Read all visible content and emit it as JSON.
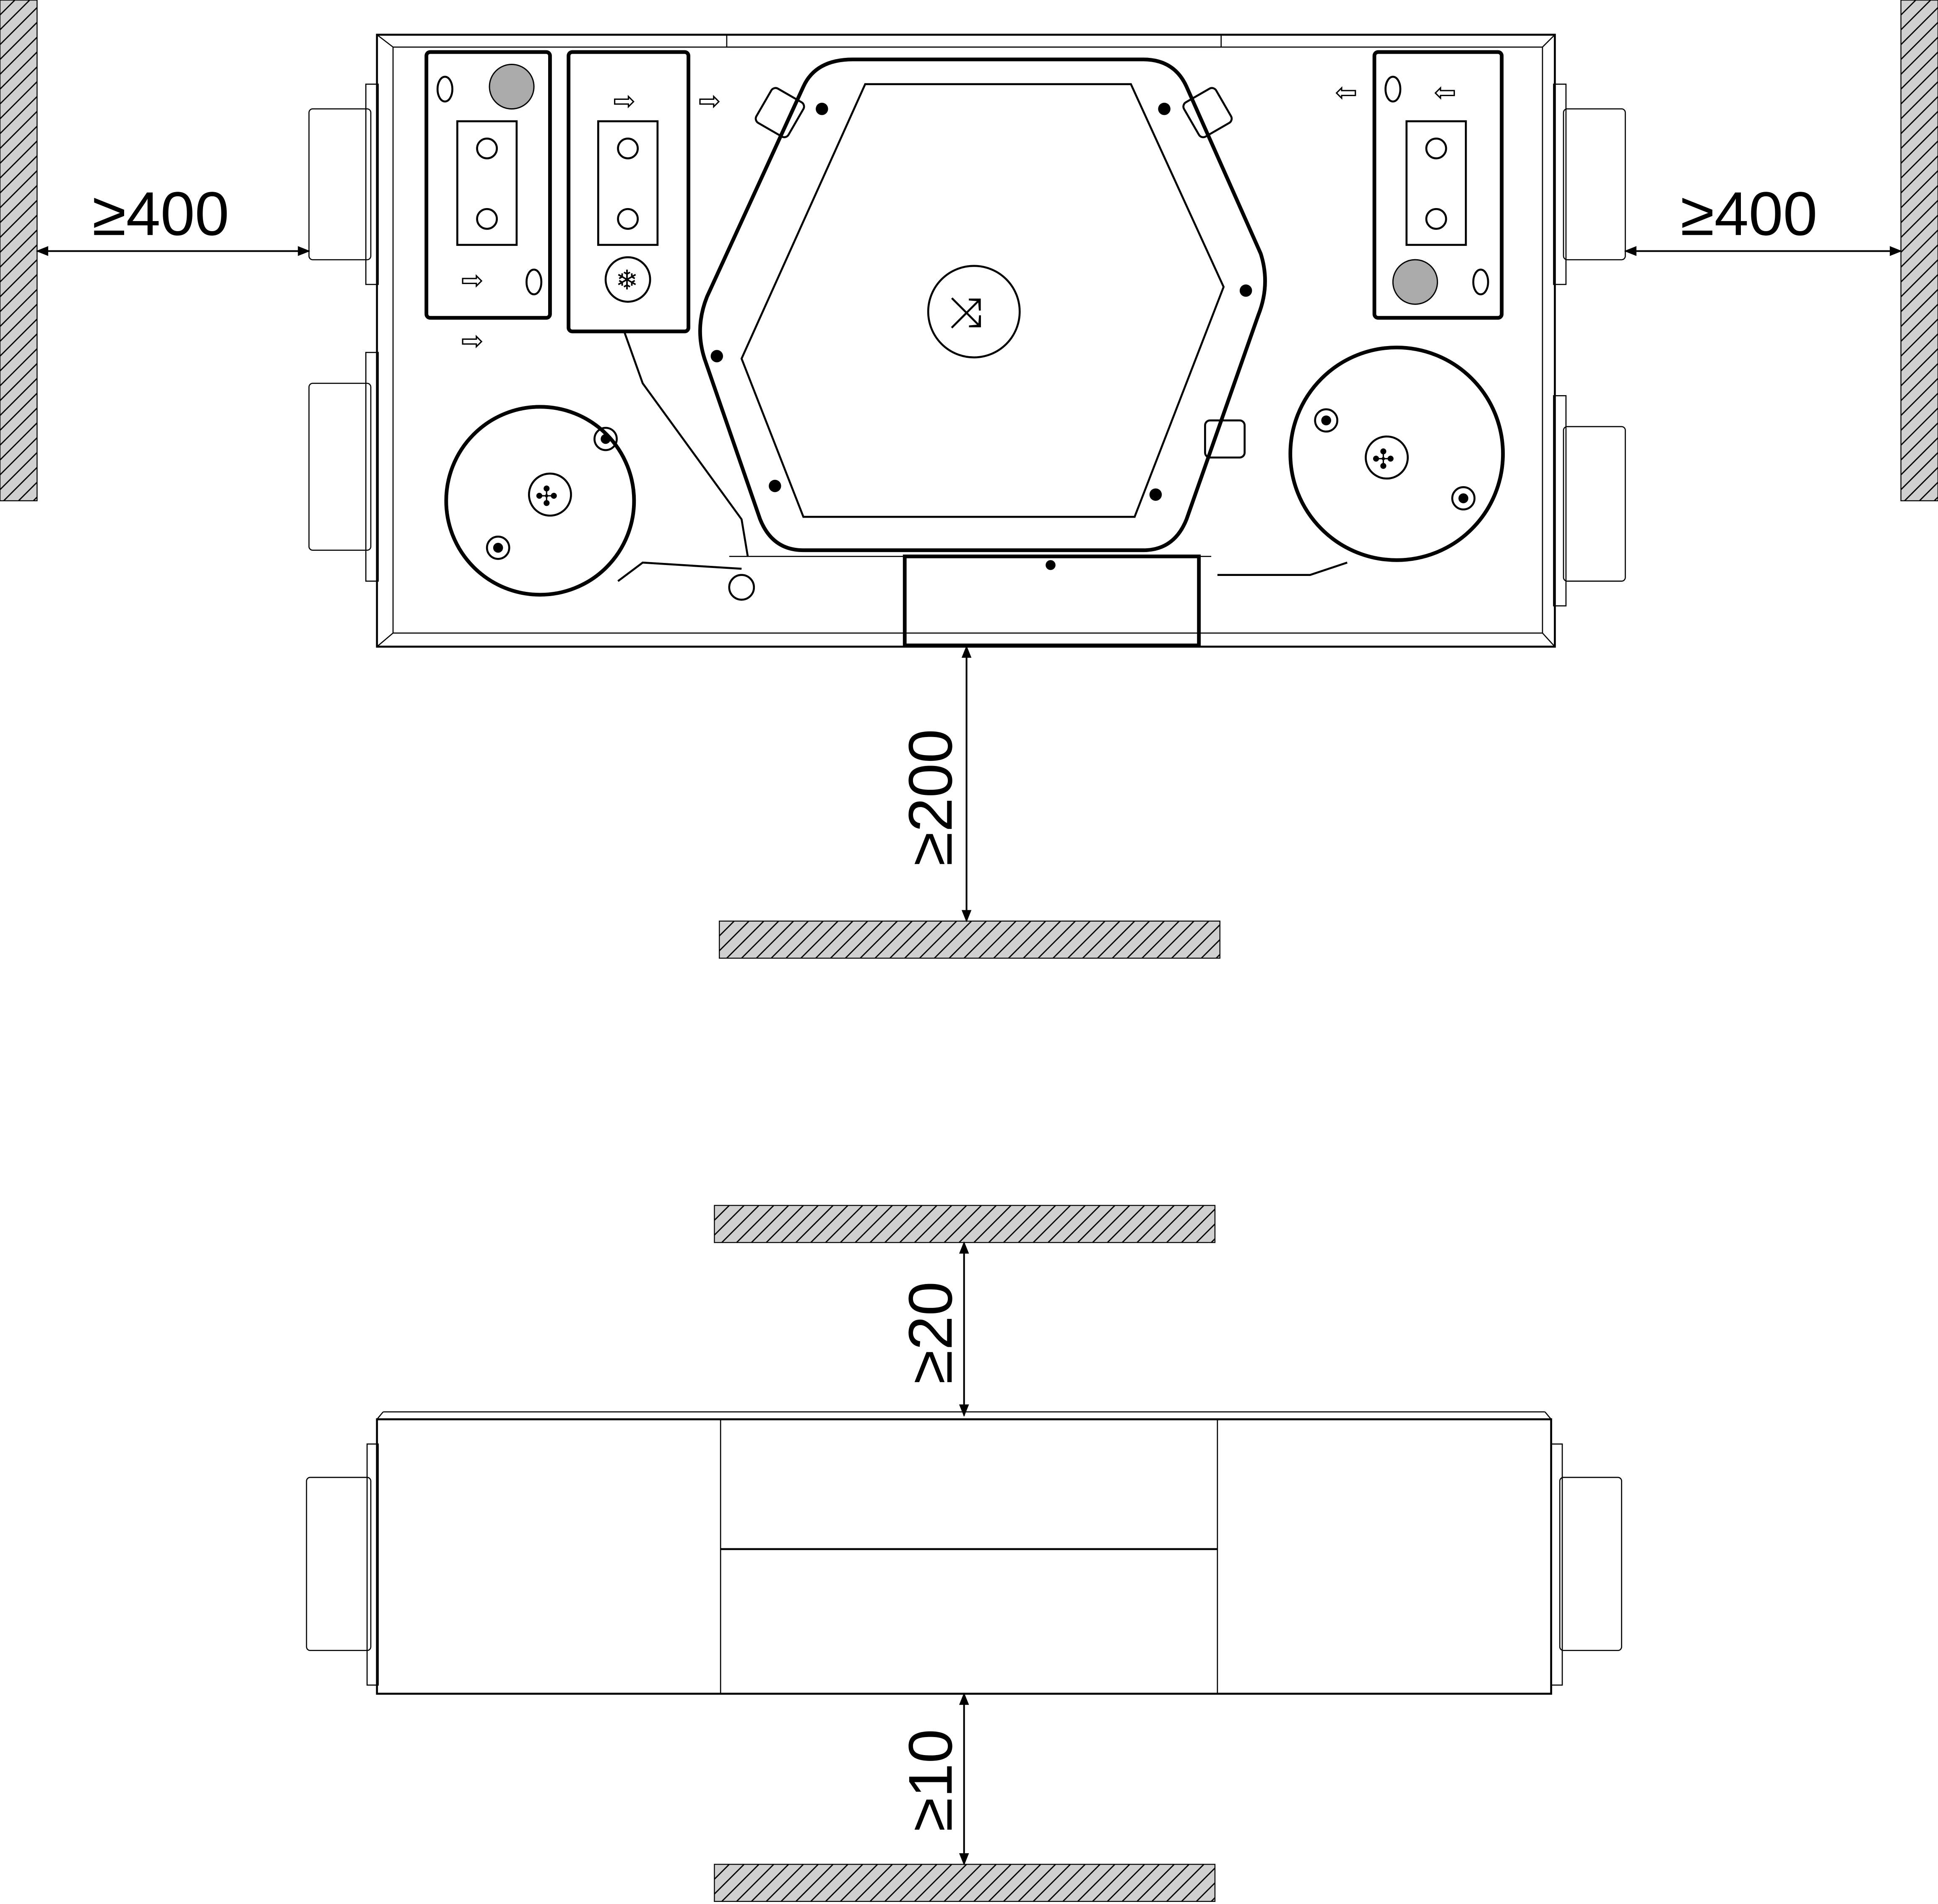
{
  "diagram": {
    "top_view": {
      "clearance_left": "≥400",
      "clearance_right": "≥400",
      "clearance_front": "≥200"
    },
    "side_view": {
      "clearance_top": "≥20",
      "clearance_bottom": "≥10"
    },
    "icons": [
      "filter-icon",
      "frost-protection-icon",
      "heat-exchanger-icon",
      "fan-icon",
      "airflow-arrow-icon"
    ]
  }
}
